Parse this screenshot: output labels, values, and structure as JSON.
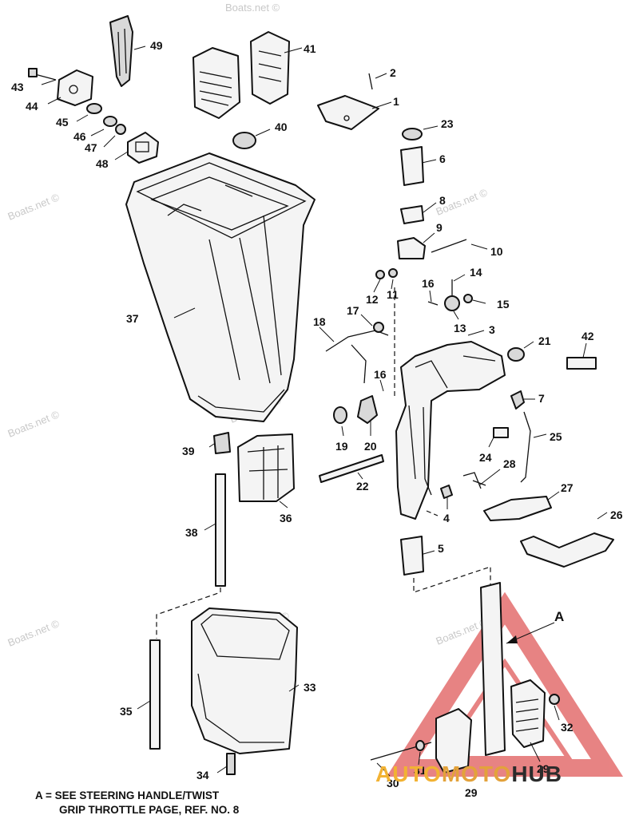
{
  "callouts": [
    "1",
    "2",
    "3",
    "4",
    "5",
    "6",
    "7",
    "8",
    "9",
    "10",
    "11",
    "12",
    "13",
    "14",
    "15",
    "16",
    "16",
    "17",
    "18",
    "19",
    "20",
    "21",
    "22",
    "23",
    "24",
    "25",
    "26",
    "27",
    "28",
    "29",
    "29",
    "30",
    "31",
    "32",
    "33",
    "34",
    "35",
    "36",
    "37",
    "38",
    "39",
    "40",
    "41",
    "42",
    "43",
    "44",
    "45",
    "46",
    "47",
    "48",
    "49",
    "A"
  ],
  "watermark": "Boats.net ©",
  "footnote": {
    "line1": "A = SEE STEERING HANDLE/TWIST",
    "line2": "GRIP THROTTLE PAGE, REF. NO. 8"
  },
  "logo": {
    "part1": "AUTO",
    "part2": "MOTO",
    "part3": "HUB",
    "color_auto": "#f2b233",
    "color_triangle": "#e05a5a"
  }
}
